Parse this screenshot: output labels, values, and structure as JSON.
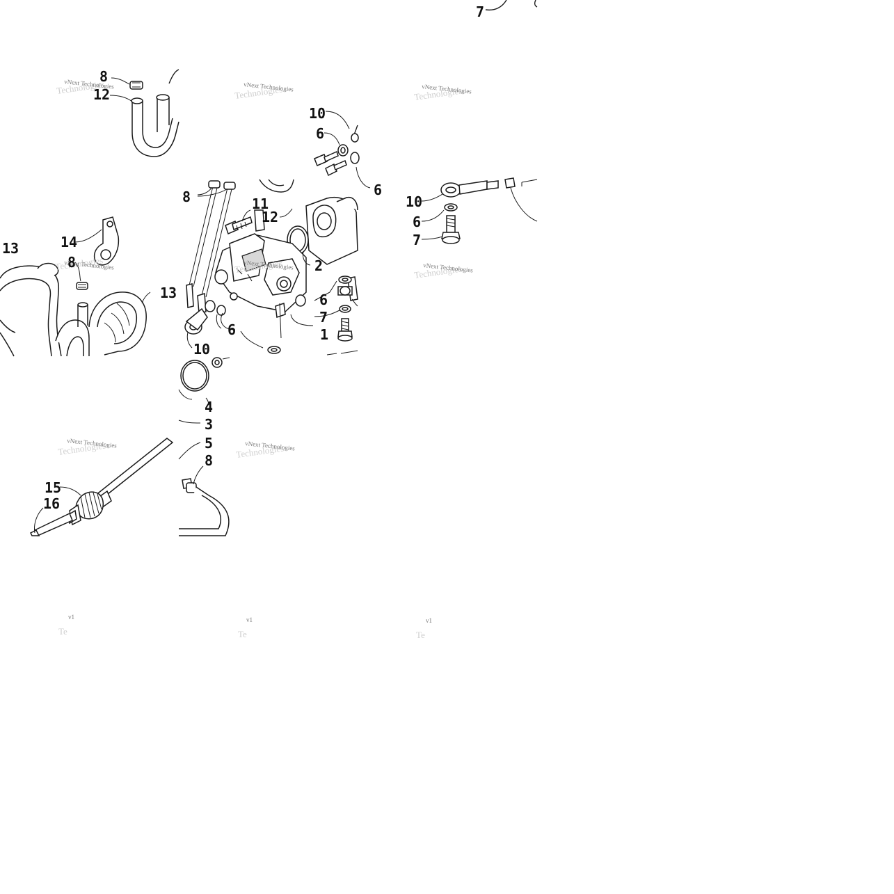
{
  "watermark": {
    "line1": "vNext Technologies",
    "line2": "Technologies",
    "fragment": "v1",
    "fragment2": "Te"
  },
  "callouts": {
    "c7_top": "7",
    "c8_a": "8",
    "c12_a": "12",
    "c10_a": "10",
    "c6_a": "6",
    "c6_b": "6",
    "c8_b": "8",
    "c11": "11",
    "c12_b": "12",
    "c13_a": "13",
    "c14": "14",
    "c8_c": "8",
    "c2": "2",
    "c13_b": "13",
    "c6_c": "6",
    "c7_b": "7",
    "c6_d": "6",
    "c1": "1",
    "c10_b": "10",
    "c10_c": "10",
    "c6_e": "6",
    "c7_c": "7",
    "c4": "4",
    "c3": "3",
    "c5": "5",
    "c8_d": "8",
    "c15": "15",
    "c16": "16"
  },
  "colors": {
    "line": "#1a1a1a",
    "shade": "#d8d8d8",
    "watermark": "#777777"
  }
}
